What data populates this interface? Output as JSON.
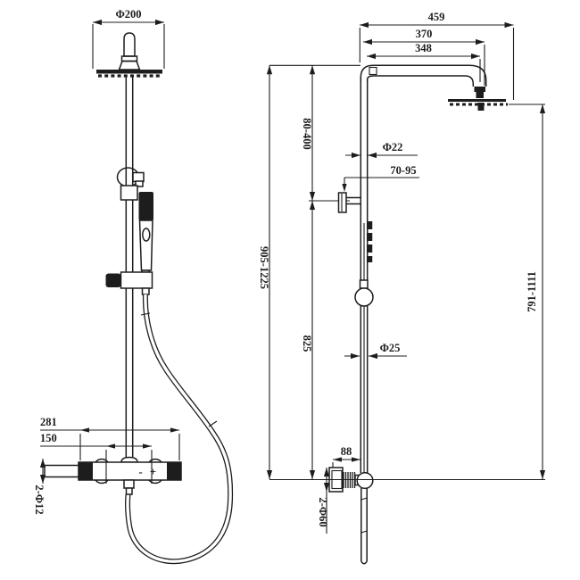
{
  "drawing": {
    "description": "Technical dimension drawing of thermostatic shower column, front view and side view",
    "line_color": "#1d1d1d",
    "background": "#ffffff"
  },
  "front_view": {
    "head_diameter": "Φ200",
    "valve_width": "281",
    "handle_spacing": "150",
    "inlet_spec": "2-Φ12",
    "cold_mark": "-",
    "hot_mark": "+"
  },
  "side_view": {
    "arm_reach_outer": "459",
    "arm_reach_mid": "370",
    "arm_reach_inner": "348",
    "bracket_height_range": "80-400",
    "column_height_range": "905-1225",
    "head_to_valve_range": "791-1111",
    "lower_column_length": "825",
    "riser_diameter": "Φ22",
    "bracket_reach_range": "70-95",
    "lower_riser_diameter": "Φ25",
    "valve_center_offset": "88",
    "escutcheon_spec": "2-Φ60"
  }
}
